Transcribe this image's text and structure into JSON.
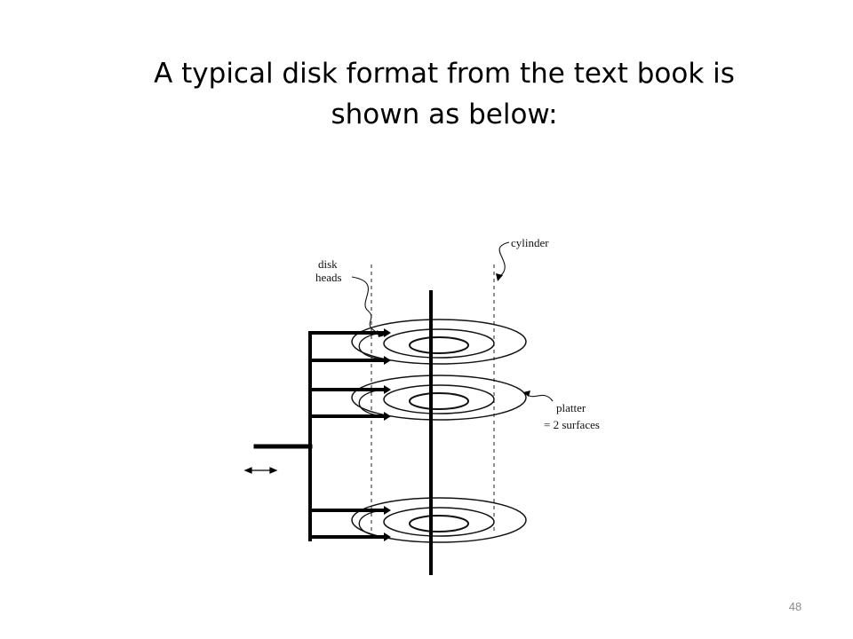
{
  "slide": {
    "title": "A typical disk format from the text book is shown as below:",
    "page_number": "48"
  },
  "diagram": {
    "labels": {
      "cylinder": "cylinder",
      "disk_heads_line1": "disk",
      "disk_heads_line2": "heads",
      "platter_line1": "platter",
      "platter_line2": "= 2 surfaces"
    },
    "platter_count_shown": 3
  }
}
